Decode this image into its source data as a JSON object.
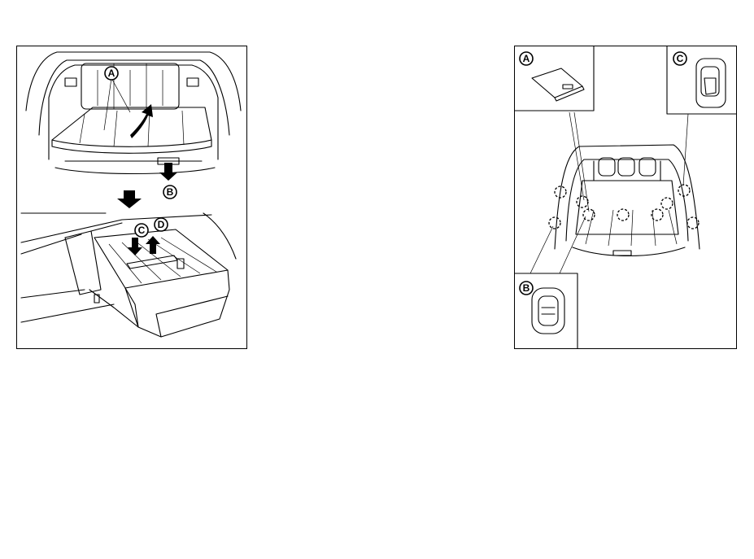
{
  "left_figure": {
    "callouts": {
      "a": "A",
      "b": "B",
      "c": "C",
      "d": "D"
    }
  },
  "right_figure": {
    "callouts": {
      "a": "A",
      "b": "B",
      "c": "C"
    }
  }
}
